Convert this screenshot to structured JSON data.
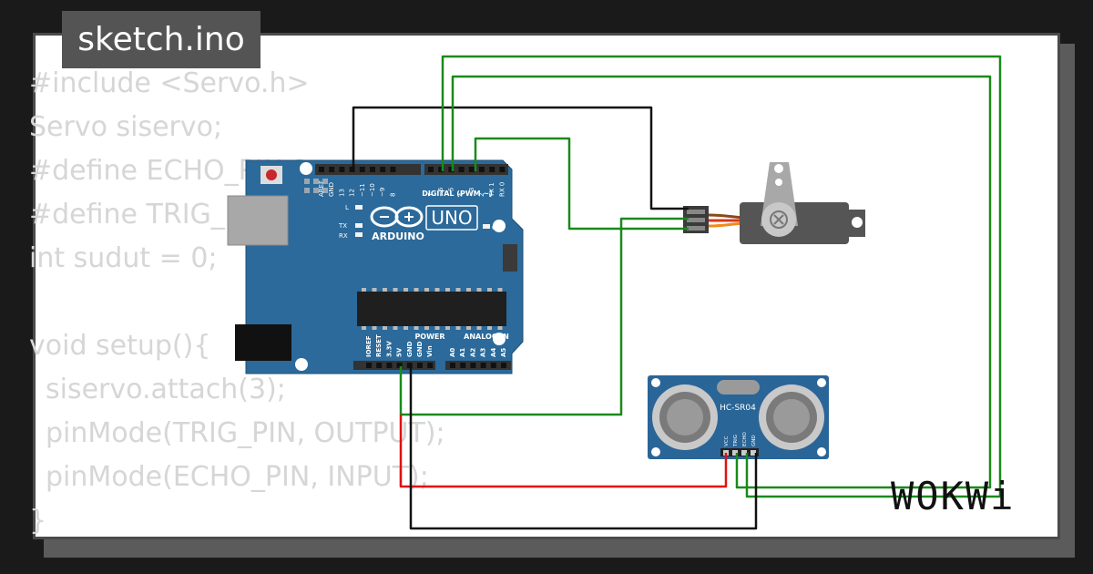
{
  "editor": {
    "filename": "sketch.ino",
    "code_lines": [
      {
        "text": "#include <Servo.h>",
        "indent": false
      },
      {
        "text": "Servo siservo;",
        "indent": false
      },
      {
        "text": "#define ECHO_PIN 2",
        "indent": false
      },
      {
        "text": "#define TRIG_PIN 4",
        "indent": false
      },
      {
        "text": "int sudut = 0;",
        "indent": false
      },
      {
        "text": "",
        "indent": false
      },
      {
        "text": "void setup(){",
        "indent": false
      },
      {
        "text": "siservo.attach(3);",
        "indent": true
      },
      {
        "text": "pinMode(TRIG_PIN, OUTPUT);",
        "indent": true
      },
      {
        "text": "pinMode(ECHO_PIN, INPUT);",
        "indent": true
      },
      {
        "text": "}",
        "indent": false
      }
    ]
  },
  "board": {
    "brand": "ARDUINO",
    "model": "UNO",
    "digital_label": "DIGITAL (PWM ~)",
    "top_pins": [
      "AREF",
      "GND",
      "13",
      "12",
      "~11",
      "~10",
      "~9",
      "8",
      "7",
      "~6",
      "~5",
      "4",
      "~3",
      "2",
      "TX 1",
      "RX 0"
    ],
    "power_label": "POWER",
    "analog_label": "ANALOG IN",
    "power_pins": [
      "IOREF",
      "RESET",
      "3.3V",
      "5V",
      "GND",
      "GND",
      "Vin"
    ],
    "analog_pins": [
      "A0",
      "A1",
      "A2",
      "A3",
      "A4",
      "A5"
    ],
    "led_l": "L",
    "led_tx": "TX",
    "led_rx": "RX",
    "led_on": "ON"
  },
  "sensor": {
    "name": "HC-SR04",
    "pins": [
      "VCC",
      "TRIG",
      "ECHO",
      "GND"
    ]
  },
  "colors": {
    "board": "#2b6a9a",
    "wire_green": "#1a8a1a",
    "wire_red": "#e01010",
    "wire_black": "#111111",
    "code_text": "#d6d6d6",
    "tab_bg": "#545454"
  },
  "branding": {
    "logo_text": "WOKWi"
  }
}
